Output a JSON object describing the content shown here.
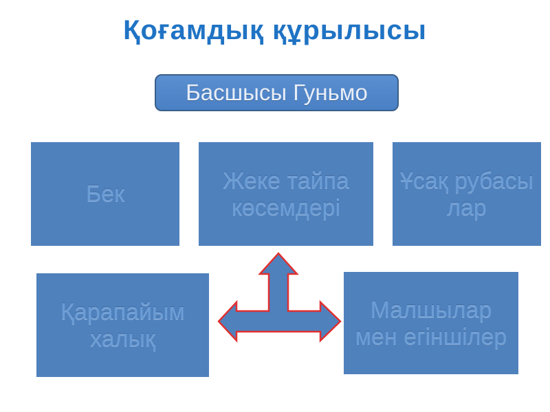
{
  "title": "Қоғамдық құрылысы",
  "top": "Басшысы Гуньмо",
  "boxes": {
    "bek": "Бек",
    "tribe_leaders": "Жеке тайпа көсемдері",
    "small_family_heads": "Ұсақ рубасылар",
    "common_people": "Қарапайым халық",
    "herders_farmers": "Малшылар мен егіншілер"
  },
  "colors": {
    "title": "#1f73c4",
    "box": "#4f81bd",
    "box_text": "#6a9cd6",
    "arrow_fill": "#4f81bd",
    "arrow_stroke": "#e03030"
  }
}
